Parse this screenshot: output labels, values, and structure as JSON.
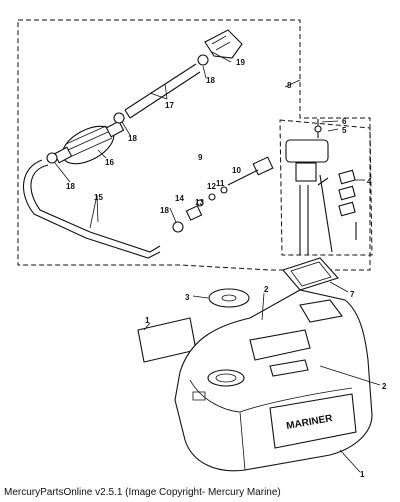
{
  "callouts": {
    "c1a": "1",
    "c1b": "1",
    "c2a": "2",
    "c2b": "2",
    "c3": "3",
    "c4": "4",
    "c5": "5",
    "c6": "6",
    "c7": "7",
    "c8": "8",
    "c9": "9",
    "c10": "10",
    "c11": "11",
    "c12": "12",
    "c13": "13",
    "c14": "14",
    "c15": "15",
    "c16": "16",
    "c17": "17",
    "c18a": "18",
    "c18b": "18",
    "c18c": "18",
    "c18d": "18",
    "c19": "19"
  },
  "tank_label": "MARINER",
  "footer_text": "MercuryPartsOnline v2.5.1 (Image Copyright- Mercury Marine)"
}
